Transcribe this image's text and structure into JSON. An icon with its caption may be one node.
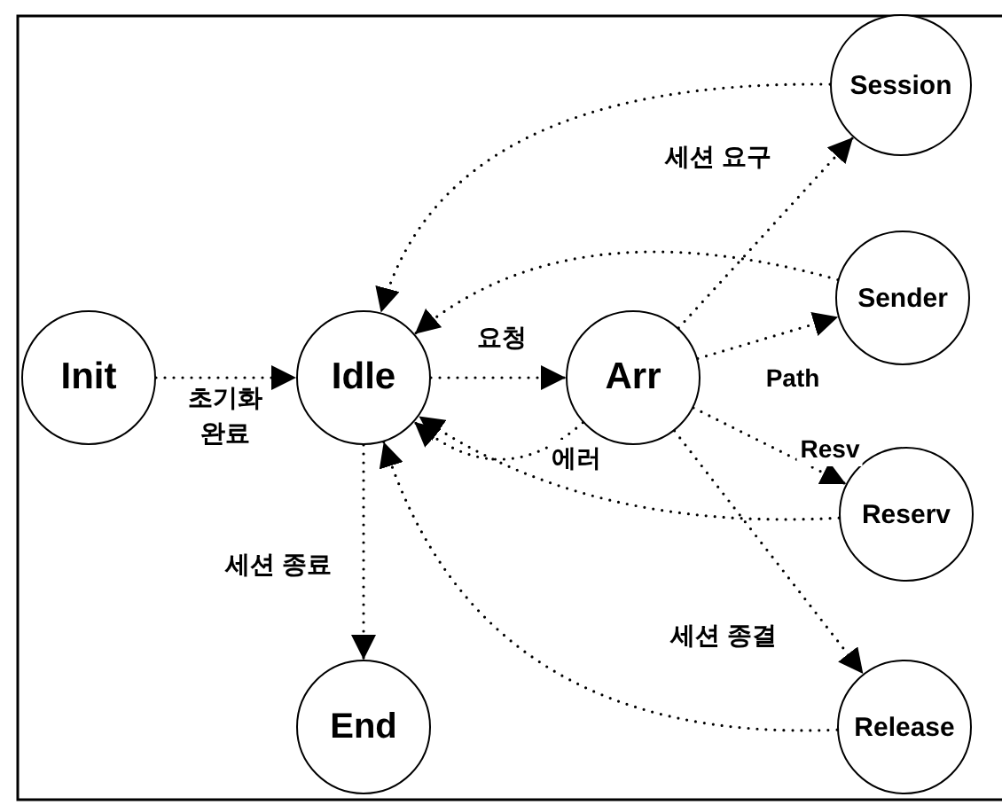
{
  "diagram": {
    "nodes": [
      {
        "text": [
          "Init"
        ]
      },
      {
        "text": [
          "Idle"
        ]
      },
      {
        "text": [
          "Arr"
        ]
      },
      {
        "text": [
          "Session"
        ]
      },
      {
        "text": [
          "Sender"
        ]
      },
      {
        "text": [
          "Reserv"
        ]
      },
      {
        "text": [
          "Release"
        ]
      },
      {
        "text": [
          "End"
        ]
      }
    ],
    "edges": [
      {
        "from": 0,
        "to": 1,
        "arrow": "to",
        "label": "초기화 완료",
        "style": "dashed"
      },
      {
        "from": 1,
        "to": 2,
        "arrow": "to",
        "label": "요청",
        "style": "dashed"
      },
      {
        "from": 2,
        "to": 1,
        "arrow": "to",
        "label": "에러",
        "style": "dashed"
      },
      {
        "from": 2,
        "to": 3,
        "arrow": "to",
        "label": "세션 요구",
        "style": "dashed"
      },
      {
        "from": 3,
        "to": 1,
        "arrow": "to",
        "style": "dashed"
      },
      {
        "from": 4,
        "to": 1,
        "arrow": "to",
        "style": "dashed"
      },
      {
        "from": 2,
        "to": 4,
        "arrow": "to",
        "label": "Path",
        "style": "dashed"
      },
      {
        "from": 2,
        "to": 5,
        "arrow": "to",
        "label": "Resv",
        "style": "dashed"
      },
      {
        "from": 2,
        "to": 6,
        "arrow": "to",
        "label": "세션 종결",
        "style": "dashed"
      },
      {
        "from": 5,
        "to": 1,
        "arrow": "to",
        "style": "dashed"
      },
      {
        "from": 6,
        "to": 1,
        "arrow": "to",
        "style": "dashed"
      },
      {
        "from": 1,
        "to": 7,
        "arrow": "to",
        "label": "세션 종료",
        "style": "dashed"
      }
    ]
  }
}
